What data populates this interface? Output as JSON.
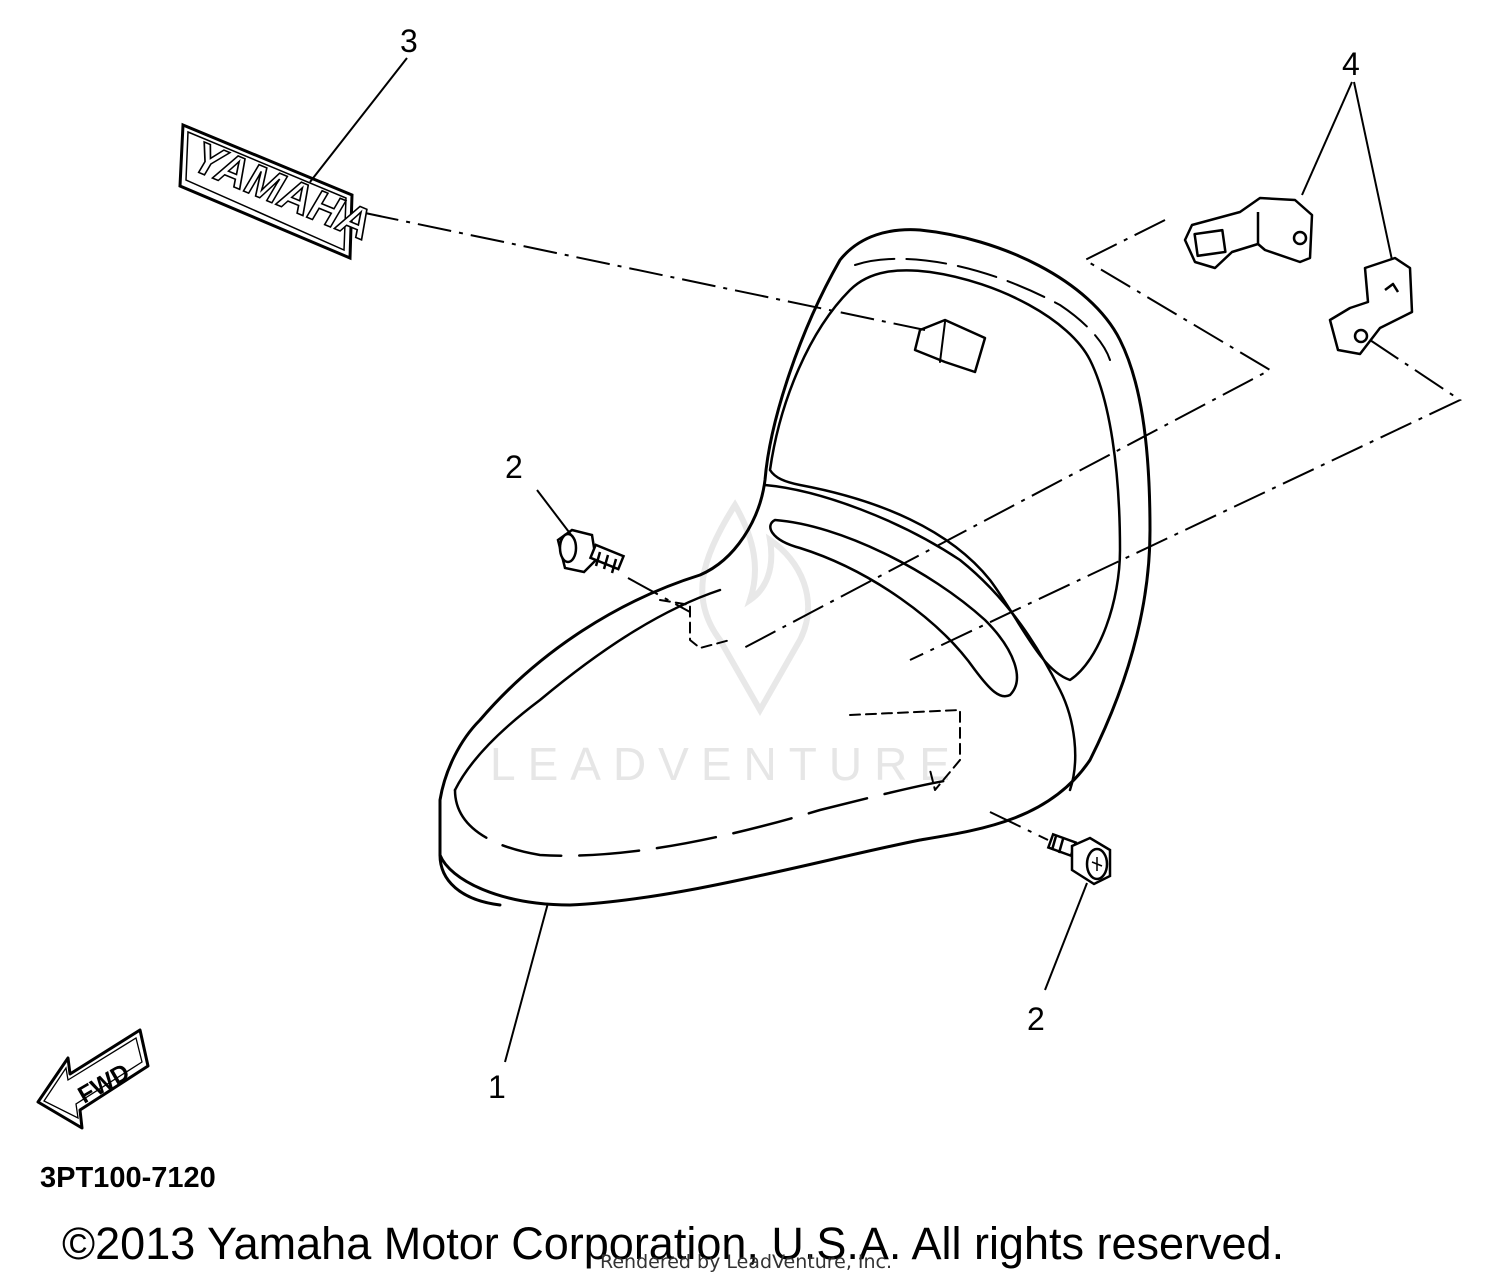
{
  "diagram": {
    "callouts": {
      "seat": "1",
      "bolt_upper": "2",
      "bolt_lower": "2",
      "emblem": "3",
      "brackets": "4"
    },
    "emblem_text": "YAMAHA",
    "fwd_text": "FWD",
    "watermark_text": "LEADVENTURE",
    "part_code": "3PT100-7120"
  },
  "footer": {
    "copyright": "©2013 Yamaha Motor Corporation, U.S.A. All rights reserved.",
    "rendered_by": "Rendered by LeadVenture, Inc."
  }
}
